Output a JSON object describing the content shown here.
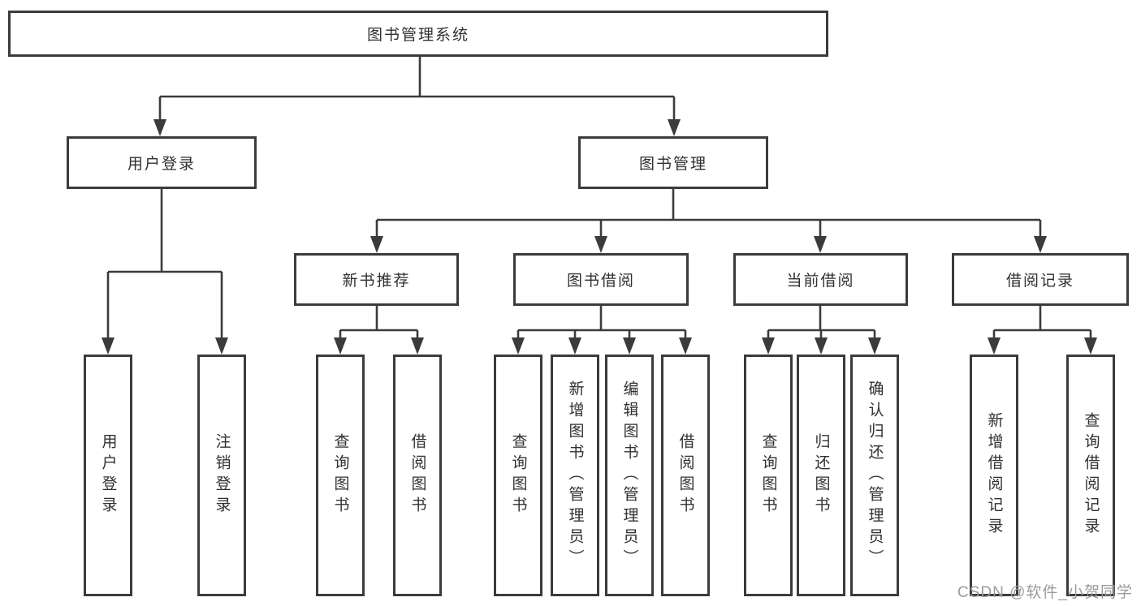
{
  "diagram": {
    "root": {
      "label": "图书管理系统",
      "children": [
        {
          "label": "用户登录",
          "children": [
            {
              "label": "用户登录"
            },
            {
              "label": "注销登录"
            }
          ]
        },
        {
          "label": "图书管理",
          "children": [
            {
              "label": "新书推荐",
              "children": [
                {
                  "label": "查询图书"
                },
                {
                  "label": "借阅图书"
                }
              ]
            },
            {
              "label": "图书借阅",
              "children": [
                {
                  "label": "查询图书"
                },
                {
                  "label": "新增图书（管理员）"
                },
                {
                  "label": "编辑图书（管理员）"
                },
                {
                  "label": "借阅图书"
                }
              ]
            },
            {
              "label": "当前借阅",
              "children": [
                {
                  "label": "查询图书"
                },
                {
                  "label": "归还图书"
                },
                {
                  "label": "确认归还（管理员）"
                }
              ]
            },
            {
              "label": "借阅记录",
              "children": [
                {
                  "label": "新增借阅记录"
                },
                {
                  "label": "查询借阅记录"
                }
              ]
            }
          ]
        }
      ]
    }
  },
  "watermark": {
    "text": "CSDN @软件_小贺同学"
  },
  "colors": {
    "line": "#3b3b3b",
    "text": "#303030",
    "watermark": "#9b9b9b",
    "background": "#ffffff"
  }
}
